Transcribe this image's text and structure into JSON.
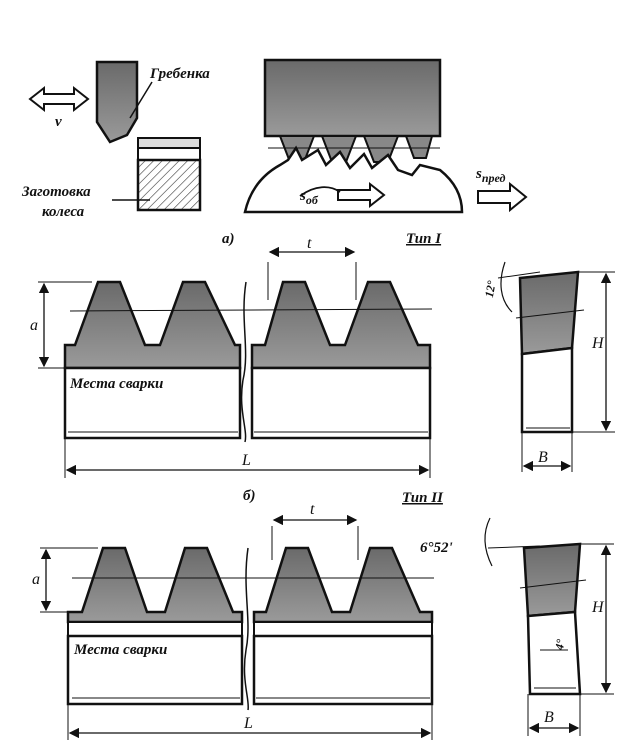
{
  "labels": {
    "comb": "Гребенка",
    "blank_line1": "Заготовка",
    "blank_line2": "колеса",
    "velocity": "v",
    "feed_roll": "s",
    "feed_roll_sub": "об",
    "feed_long": "s",
    "feed_long_sub": "пред",
    "fig_a": "а)",
    "fig_b": "б)",
    "type1": "Тип I",
    "type2": "Тип II",
    "weld1": "Места сварки",
    "weld2": "Места сварки",
    "dim_t1": "t",
    "dim_t2": "t",
    "dim_a1": "a",
    "dim_a2": "a",
    "dim_L1": "L",
    "dim_L2": "L",
    "dim_H1": "H",
    "dim_H2": "H",
    "dim_B1": "B",
    "dim_B2": "B",
    "angle1": "12°",
    "angle2": "6°52'",
    "angle3": "4°"
  },
  "colors": {
    "ink": "#111111",
    "shade": "#7a7a7a",
    "paper": "#ffffff"
  }
}
